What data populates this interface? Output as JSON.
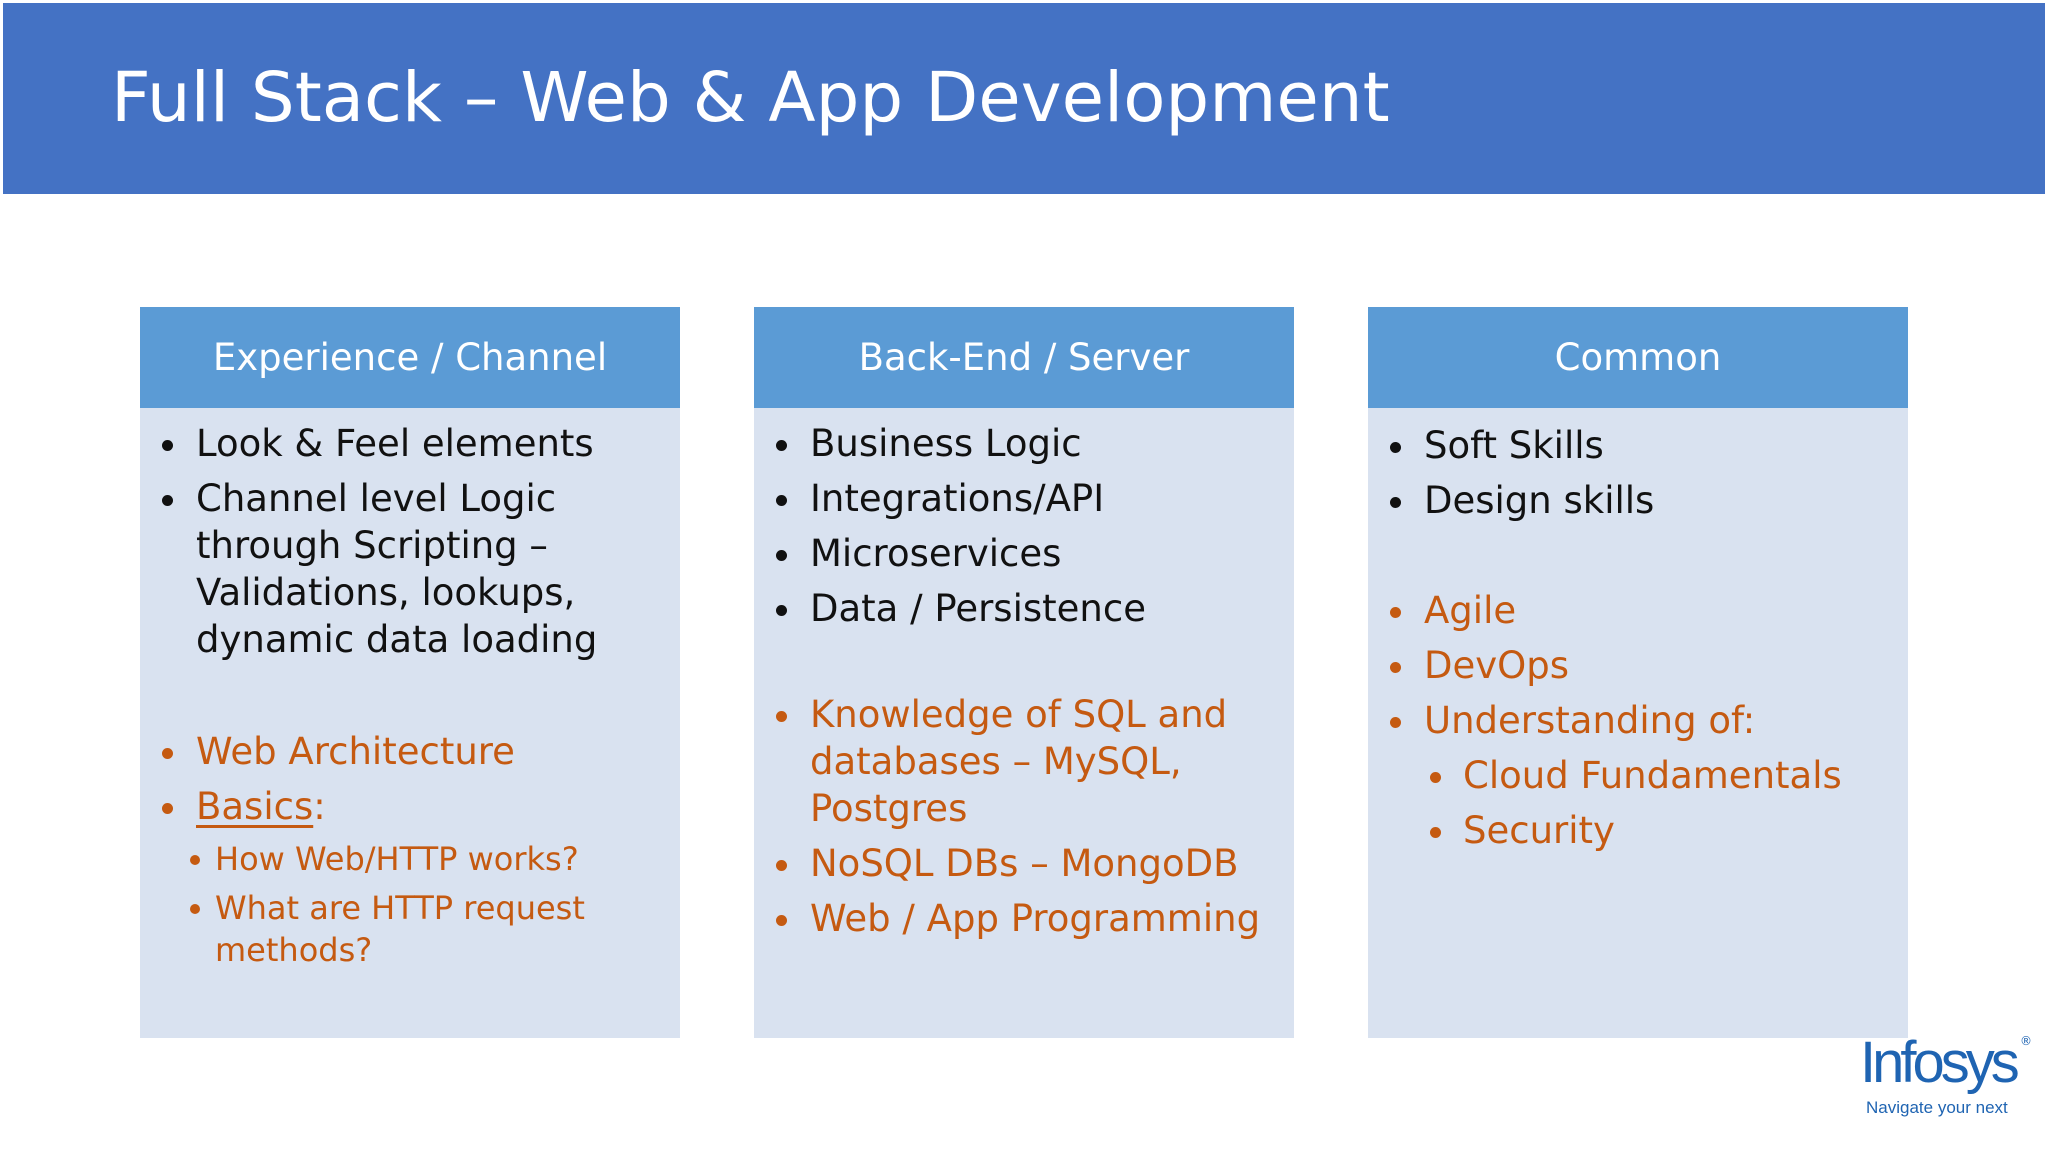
{
  "slide": {
    "title": "Full Stack – Web & App Development"
  },
  "columns": {
    "experience": {
      "header": "Experience / Channel",
      "core": [
        "Look & Feel elements",
        "Channel level Logic through Scripting – Validations, lookups, dynamic data loading"
      ],
      "extra": [
        "Web Architecture",
        "Basics"
      ],
      "basics_suffix": ":",
      "sub": [
        "How Web/HTTP works?",
        "What are HTTP request methods?"
      ]
    },
    "backend": {
      "header": "Back-End / Server",
      "core": [
        "Business Logic",
        "Integrations/API",
        "Microservices",
        "Data / Persistence"
      ],
      "extra": [
        "Knowledge of SQL and databases – MySQL, Postgres",
        "NoSQL DBs – MongoDB",
        "Web / App Programming"
      ]
    },
    "common": {
      "header": "Common",
      "core": [
        "Soft Skills",
        "Design skills"
      ],
      "extra": [
        "Agile",
        "DevOps",
        "Understanding of:"
      ],
      "sub": [
        "Cloud Fundamentals",
        "Security"
      ]
    }
  },
  "logo": {
    "name": "Infosys",
    "registered": "®",
    "tagline": "Navigate your next"
  },
  "colors": {
    "title_bar": "#4472c4",
    "column_header": "#5b9bd5",
    "column_body": "#d9e2f0",
    "highlight_text": "#c55a11",
    "logo": "#1f64b2"
  }
}
